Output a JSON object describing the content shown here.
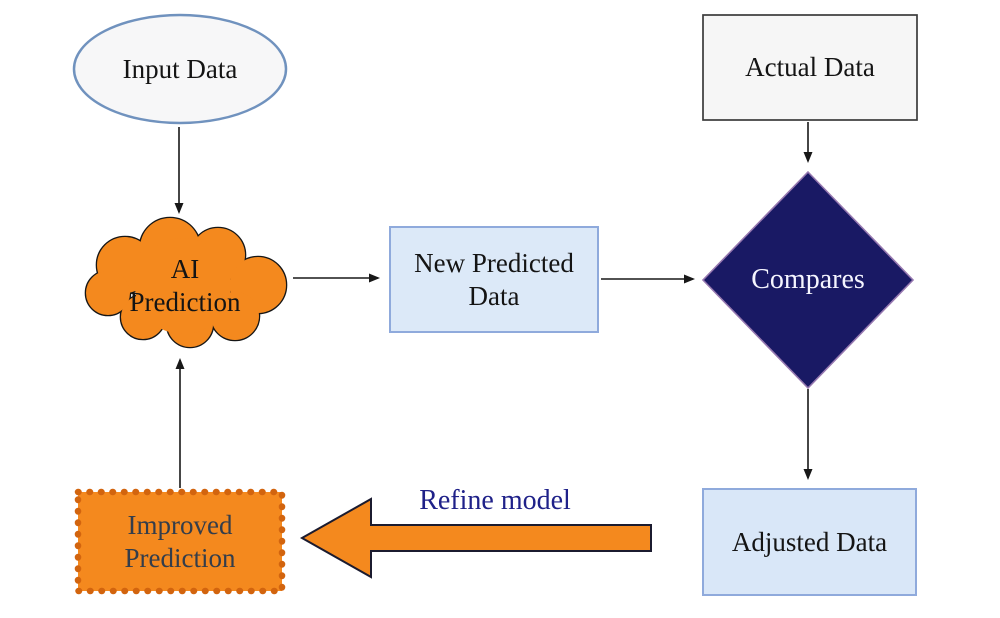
{
  "diagram": {
    "type": "flowchart",
    "nodes": {
      "input_data": {
        "label": "Input Data",
        "shape": "ellipse"
      },
      "ai_prediction": {
        "label": "AI\nPrediction",
        "shape": "cloud"
      },
      "new_predicted_data": {
        "label": "New Predicted\nData",
        "shape": "rectangle"
      },
      "actual_data": {
        "label": "Actual Data",
        "shape": "rectangle"
      },
      "compares": {
        "label": "Compares",
        "shape": "diamond"
      },
      "adjusted_data": {
        "label": "Adjusted Data",
        "shape": "rectangle"
      },
      "improved_prediction": {
        "label": "Improved\nPrediction",
        "shape": "rectangle-scalloped"
      }
    },
    "edges": [
      {
        "from": "input_data",
        "to": "ai_prediction",
        "style": "thin-arrow"
      },
      {
        "from": "ai_prediction",
        "to": "new_predicted_data",
        "style": "thin-arrow"
      },
      {
        "from": "new_predicted_data",
        "to": "compares",
        "style": "thin-arrow"
      },
      {
        "from": "actual_data",
        "to": "compares",
        "style": "thin-arrow"
      },
      {
        "from": "compares",
        "to": "adjusted_data",
        "style": "thin-arrow"
      },
      {
        "from": "adjusted_data",
        "to": "improved_prediction",
        "style": "block-arrow",
        "label": "Refine model"
      },
      {
        "from": "improved_prediction",
        "to": "ai_prediction",
        "style": "thin-arrow"
      }
    ],
    "annotations": {
      "refine_model": "Refine model"
    },
    "colors": {
      "orange_fill": "#F4891E",
      "orange_border": "#D2640E",
      "light_blue_fill": "#DCE9F8",
      "light_blue_border": "#8FAADC",
      "ellipse_fill": "#F7F7F8",
      "ellipse_border": "#7092BE",
      "gray_box_fill": "#F6F6F6",
      "gray_box_border": "#3B3B3B",
      "diamond_fill": "#191964",
      "diamond_border": "#9678B0",
      "connector": "#181818",
      "refine_text": "#1F2189"
    }
  }
}
